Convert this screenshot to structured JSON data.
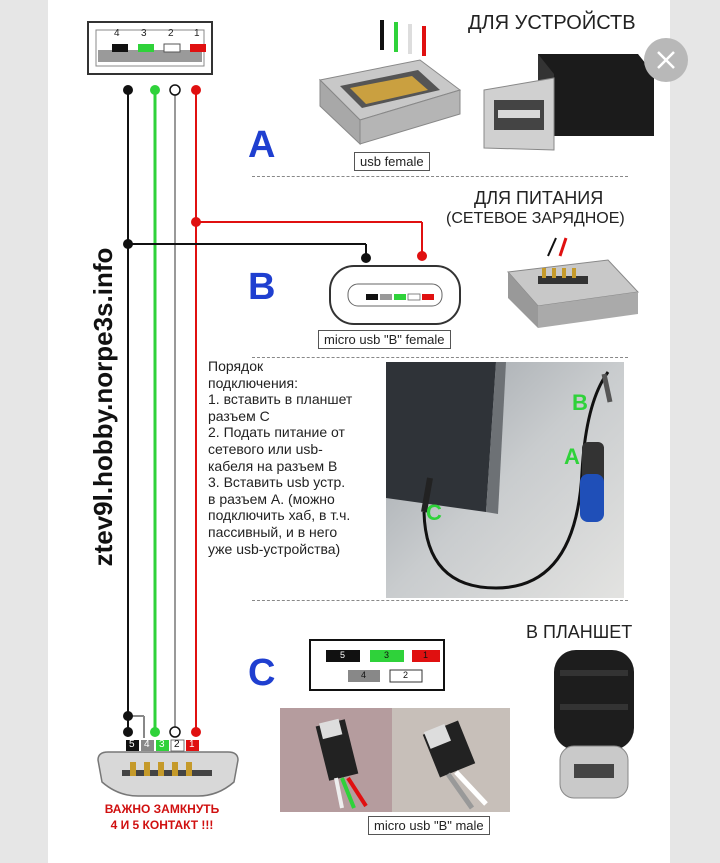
{
  "header": {
    "devices_title": "ДЛЯ УСТРОЙСТВ"
  },
  "sections": {
    "a": {
      "letter": "A",
      "caption": "usb female"
    },
    "b": {
      "letter": "B",
      "title": "ДЛЯ ПИТАНИЯ",
      "subtitle": "(СЕТЕВОЕ ЗАРЯДНОЕ)",
      "caption": "micro usb \"B\" female"
    },
    "c": {
      "letter": "C",
      "title": "В ПЛАНШЕТ",
      "caption": "micro usb \"B\" male"
    }
  },
  "watermark": "ztev9l.hobby.norpe3s.info",
  "pins_top": [
    "4",
    "3",
    "2",
    "1"
  ],
  "pins_bottom": [
    "5",
    "4",
    "3",
    "2",
    "1"
  ],
  "pins_c_top": [
    "5",
    "3",
    "1"
  ],
  "pins_c_bottom": [
    "4",
    "2"
  ],
  "warning": {
    "line1": "ВАЖНО ЗАМКНУТЬ",
    "line2": "4 И 5 КОНТАКТ !!!"
  },
  "instructions": {
    "lines": [
      "Порядок",
      "подключения:",
      "1. вставить в планшет",
      "разъем С",
      "2. Подать питание от",
      "сетевого или usb-",
      "кабеля на разъем В",
      "3. Вставить usb устр.",
      "в разъем А. (можно",
      "подключить хаб, в т.ч.",
      "пассивный, и в него",
      "уже usb-устройства)"
    ]
  },
  "photo_labels": {
    "b": "B",
    "a": "A",
    "c": "C"
  },
  "wire_colors": {
    "black": "#111111",
    "green": "#2fd23a",
    "white": "#ffffff",
    "red": "#e01010",
    "gray": "#888888"
  },
  "icons": {
    "close": "close-icon"
  }
}
